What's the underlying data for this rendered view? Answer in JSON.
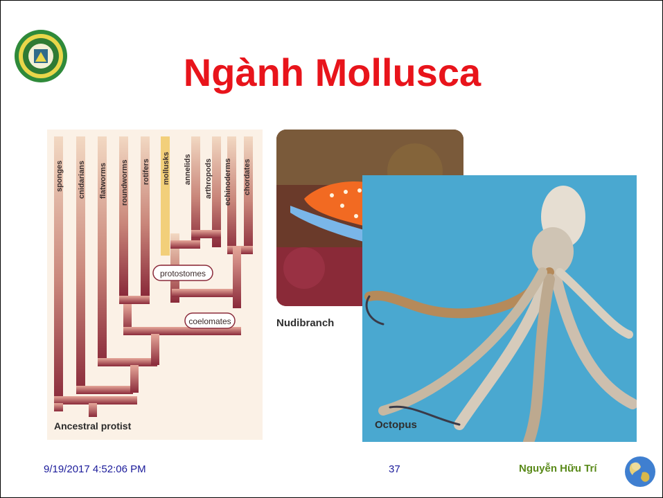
{
  "slide": {
    "title": "Ngành Mollusca"
  },
  "tree": {
    "phyla": [
      "sponges",
      "cnidarians",
      "flatworms",
      "roundworms",
      "rotifers",
      "mollusks",
      "annelids",
      "arthropods",
      "echinoderms",
      "chordates"
    ],
    "nodes": {
      "protostomes": "protostomes",
      "coelomates": "coelomates"
    },
    "root": "Ancestral protist"
  },
  "photos": {
    "nudibranch": "Nudibranch",
    "octopus": "Octopus"
  },
  "footer": {
    "date": "9/19/2017 4:52:06 PM",
    "page": "37",
    "author": "Nguyễn Hữu Trí"
  },
  "colors": {
    "title": "#e8141b",
    "tree_dark": "#8a2a3a",
    "tree_light": "#e8c2a8",
    "mollusk_highlight": "#f2cf7a",
    "footer_text": "#1a1a9a",
    "author": "#5a8a1a",
    "ocean": "#4aa8d0"
  }
}
